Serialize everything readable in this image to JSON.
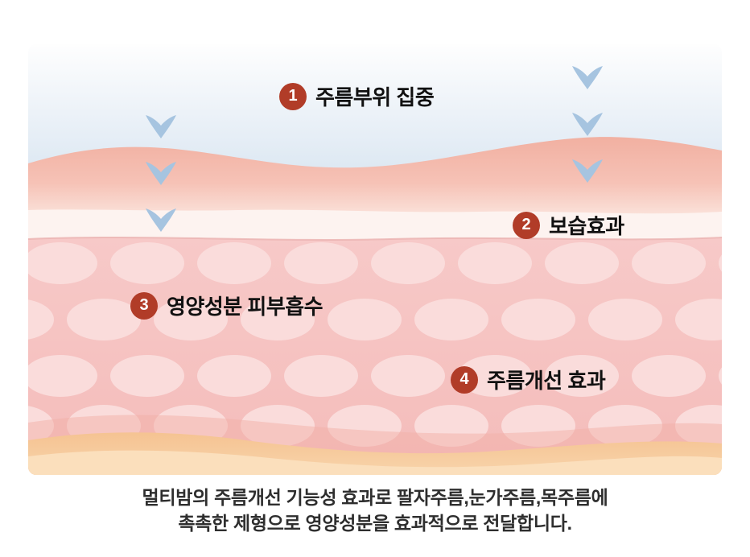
{
  "diagram": {
    "steps": [
      {
        "num": "1",
        "label": "주름부위 집중"
      },
      {
        "num": "2",
        "label": "보습효과"
      },
      {
        "num": "3",
        "label": "영양성분 피부흡수"
      },
      {
        "num": "4",
        "label": "주름개선 효과"
      }
    ],
    "caption": {
      "line1": "멀티밤의 주름개선 기능성 효과로 팔자주름,눈가주름,목주름에",
      "line2": "촉촉한 제형으로 영양성분을 효과적으로 전달합니다."
    },
    "colors": {
      "badge": "#b13c28",
      "arrow": "#a6c4e0",
      "label_text": "#111111",
      "caption_text": "#2e2e2e",
      "sky_blue": "#cfdfee",
      "skin_wave": "#f2b3a5",
      "moisture_band": "#fdf3f0",
      "dermis_pink": "#f6c5c4",
      "cell_pink": "#fadcdb",
      "peach": "#f5c392"
    }
  }
}
